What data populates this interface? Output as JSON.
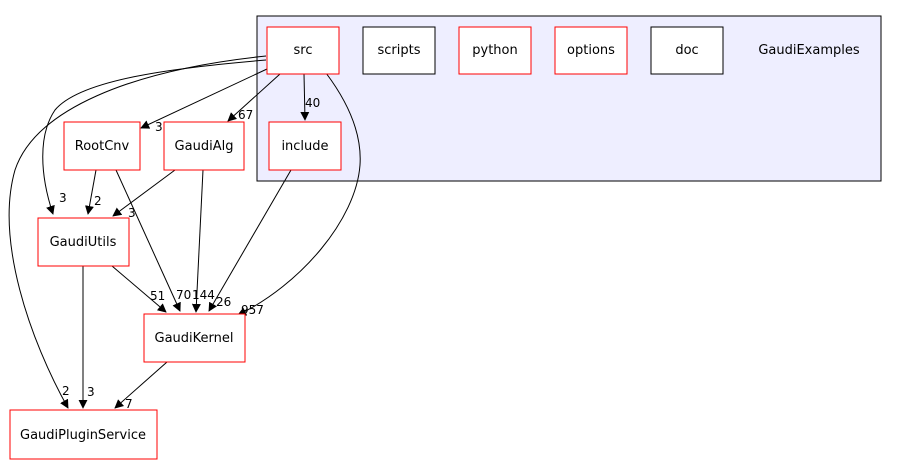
{
  "cluster": {
    "title": "GaudiExamples",
    "fill": "#eeeeff",
    "border": "#000000"
  },
  "colors": {
    "red_border": "#ff0000",
    "black_border": "#000000",
    "edge": "#000000"
  },
  "nodes": {
    "src": "src",
    "scripts": "scripts",
    "python": "python",
    "options": "options",
    "doc": "doc",
    "include": "include",
    "rootcnv": "RootCnv",
    "gaudialg": "GaudiAlg",
    "gaudiutils": "GaudiUtils",
    "gaudikernel": "GaudiKernel",
    "gaudipluginservice": "GaudiPluginService"
  },
  "edges": [
    {
      "from": "src",
      "to": "GaudiKernel",
      "label": "957"
    },
    {
      "from": "src",
      "to": "GaudiAlg",
      "label": "67"
    },
    {
      "from": "src",
      "to": "RootCnv",
      "label": "3"
    },
    {
      "from": "src",
      "to": "include",
      "label": "40"
    },
    {
      "from": "src",
      "to": "GaudiUtils",
      "label": "3"
    },
    {
      "from": "src",
      "to": "GaudiPluginService",
      "label": "2"
    },
    {
      "from": "RootCnv",
      "to": "GaudiUtils",
      "label": "2"
    },
    {
      "from": "RootCnv",
      "to": "GaudiKernel",
      "label": "70"
    },
    {
      "from": "GaudiAlg",
      "to": "GaudiUtils",
      "label": "3"
    },
    {
      "from": "GaudiAlg",
      "to": "GaudiKernel",
      "label": "144"
    },
    {
      "from": "include",
      "to": "GaudiKernel",
      "label": "26"
    },
    {
      "from": "GaudiUtils",
      "to": "GaudiKernel",
      "label": "51"
    },
    {
      "from": "GaudiUtils",
      "to": "GaudiPluginService",
      "label": "3"
    },
    {
      "from": "GaudiKernel",
      "to": "GaudiPluginService",
      "label": "7"
    }
  ]
}
